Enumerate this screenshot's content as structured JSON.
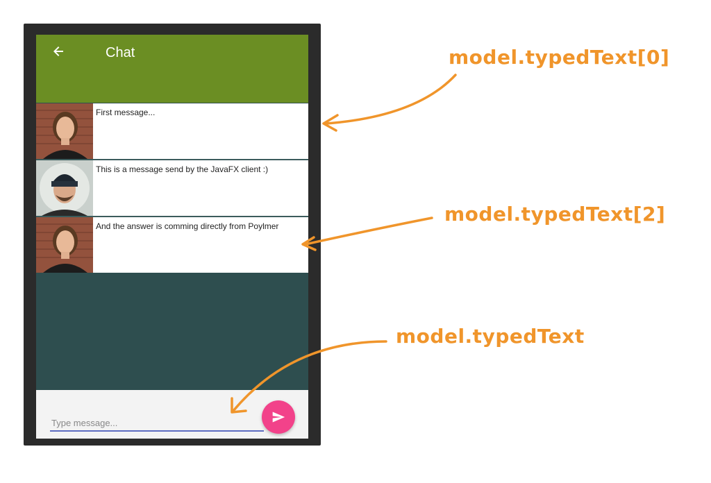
{
  "app": {
    "title": "Chat"
  },
  "messages": [
    {
      "text": "First message...",
      "avatar": "woman-avatar"
    },
    {
      "text": "This is a message send by the JavaFX client :)",
      "avatar": "man-beanie-avatar"
    },
    {
      "text": "And the answer is comming directly from Poylmer",
      "avatar": "woman-avatar"
    }
  ],
  "composer": {
    "placeholder": "Type message..."
  },
  "annotations": [
    {
      "text": "model.typedText[0]"
    },
    {
      "text": "model.typedText[2]"
    },
    {
      "text": "model.typedText"
    }
  ],
  "colors": {
    "appbar": "#6b8e23",
    "chat_background": "#2e4e4f",
    "accent_send": "#f2428a",
    "input_underline": "#5c6bc0",
    "annotation": "#f0952b"
  },
  "icons": {
    "back": "arrow-back-icon",
    "send": "send-icon"
  }
}
